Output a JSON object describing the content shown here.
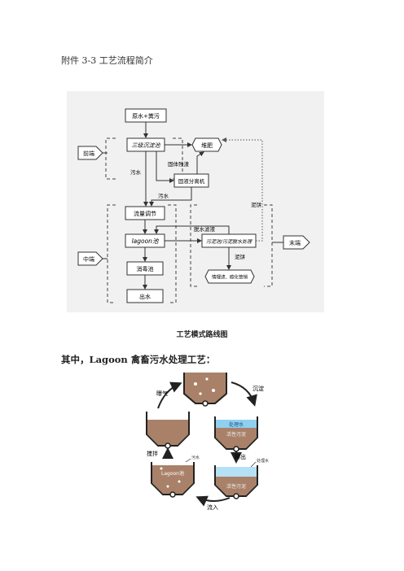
{
  "heading": "附件 3-3 工艺流程简介",
  "flowchart": {
    "nodes": {
      "source": "原水+粪污",
      "tank3": "三级沉淀池",
      "compost": "堆肥",
      "solid_sep": "固液分离机",
      "equalize": "流量调节",
      "lagoon": "lagoon池",
      "sludge_proc": "污泥池/污泥脱水处理",
      "disinfect": "消毒池",
      "outlet": "出水",
      "final": "情理滤、碳化营销"
    },
    "stages": {
      "front": "前端",
      "middle": "中端",
      "end": "末端"
    },
    "edge_labels": {
      "solid_slag": "固体残渣",
      "sewage1": "污水",
      "sewage2": "污水",
      "filtrate": "脱水滤液",
      "cake1": "泥饼",
      "cake2": "泥饼"
    }
  },
  "flow_caption": "工艺模式路线图",
  "subheading": "其中，Lagoon 禽畜污水处理工艺：",
  "cycle": {
    "aerate": "曝气",
    "settle": "沉淀",
    "stir": "搅拌",
    "discharge": "排出",
    "inflow": "流入",
    "treated_water": "处理水",
    "active_sludge": "活性污泥",
    "lagoon_pool": "Lagoon池",
    "sewage_tag": "污水",
    "treated_tag": "处理水"
  }
}
